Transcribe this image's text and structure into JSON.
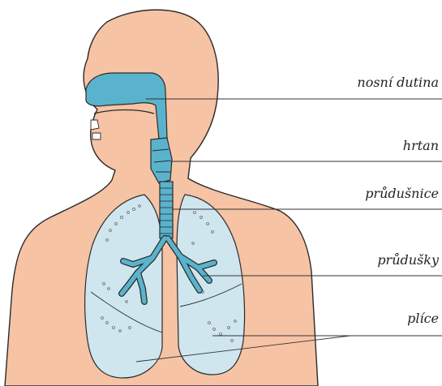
{
  "labels": {
    "nasal_cavity": "nosní dutina",
    "larynx": "hrtan",
    "trachea": "průdušnice",
    "bronchi": "průdušky",
    "lungs": "plíce"
  },
  "colors": {
    "skin": "#f6c3a4",
    "outline": "#2a2a2a",
    "airway": "#5ab3cc",
    "lung": "#cfe6ef",
    "leader_line": "#333333"
  }
}
